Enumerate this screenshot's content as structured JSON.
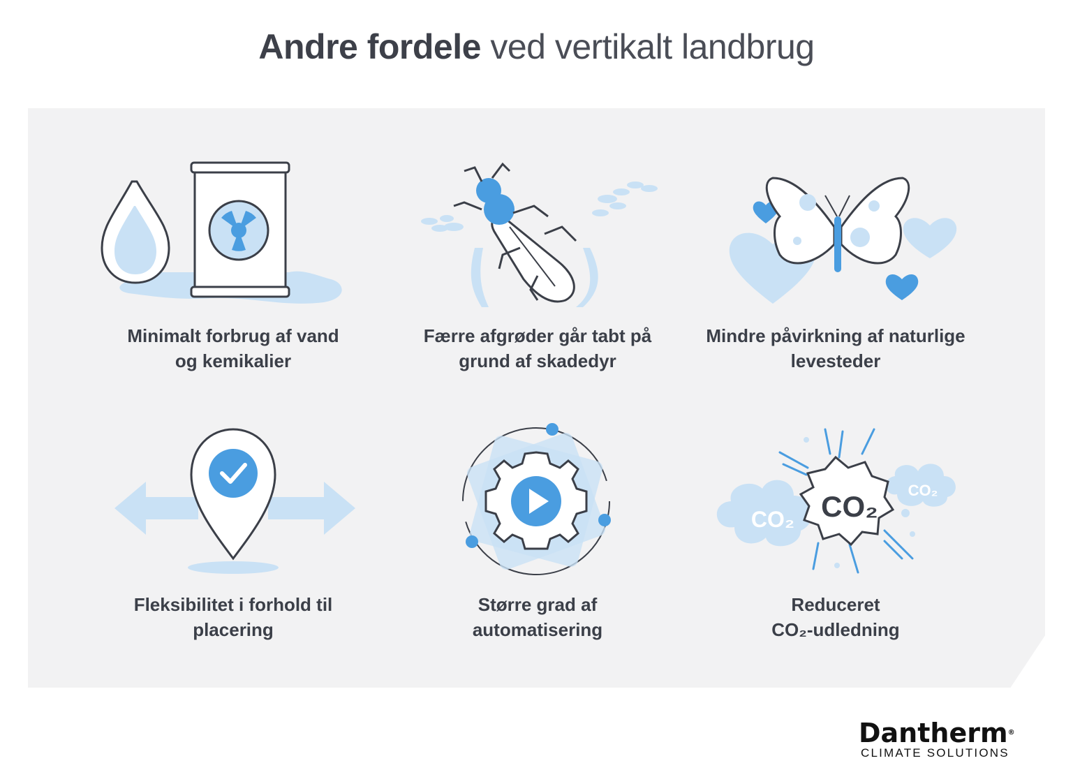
{
  "title": {
    "bold": "Andre fordele",
    "light": "ved vertikalt landbrug"
  },
  "items": [
    {
      "line1": "Minimalt forbrug af vand",
      "line2": "og kemikalier"
    },
    {
      "line1": "Færre afgrøder går tabt på",
      "line2": "grund af skadedyr"
    },
    {
      "line1": "Mindre påvirkning af naturlige",
      "line2": "levesteder"
    },
    {
      "line1": "Fleksibilitet i forhold til",
      "line2": "placering"
    },
    {
      "line1": "Større grad af",
      "line2": "automatisering"
    },
    {
      "line1": "Reduceret",
      "line2": "CO₂-udledning"
    }
  ],
  "co2": {
    "center": "CO₂",
    "left": "CO₂",
    "right": "CO₂"
  },
  "logo": {
    "name": "Dantherm",
    "reg": "®",
    "sub": "CLIMATE SOLUTIONS"
  },
  "colors": {
    "accent": "#4a9de0",
    "light": "#c9e1f5",
    "text": "#3b3f48",
    "card": "#f2f2f3"
  }
}
